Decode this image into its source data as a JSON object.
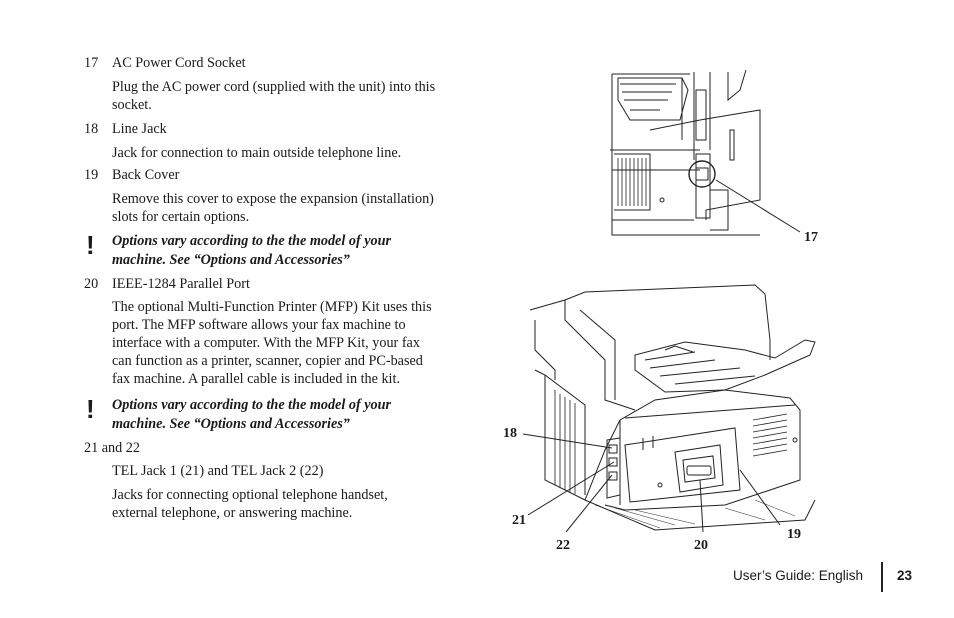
{
  "items": [
    {
      "num": "17",
      "title": "AC Power Cord Socket",
      "body": [
        "Plug the AC power cord (supplied with the unit) into this",
        "socket."
      ]
    },
    {
      "num": "18",
      "title": "Line Jack",
      "body": [
        "Jack for connection to main outside telephone line."
      ]
    },
    {
      "num": "19",
      "title": "Back Cover",
      "body": [
        "Remove this cover to expose the expansion (installation)",
        "slots for certain options."
      ]
    },
    {
      "num": "20",
      "title": "IEEE-1284 Parallel Port",
      "body": [
        "The optional Multi-Function Printer (MFP) Kit uses this",
        "port.  The MFP software allows your fax machine to",
        "interface with a computer. With the MFP Kit, your fax",
        "can function as a printer, scanner, copier and PC-based",
        "fax machine. A parallel cable is included in the kit."
      ]
    },
    {
      "num": "",
      "title": "21 and 22",
      "body": [
        "TEL Jack 1 (21) and TEL Jack 2 (22)",
        "Jacks for connecting optional telephone handset,",
        "external telephone, or answering machine."
      ]
    }
  ],
  "notes": [
    {
      "line1": "Options vary according to the  the model of your",
      "line2": "machine.  See “Options and Accessories”"
    },
    {
      "line1": "Options vary according to the  the model of your",
      "line2": "machine.  See “Options and Accessories”"
    }
  ],
  "callouts": {
    "c17": "17",
    "c18": "18",
    "c19": "19",
    "c20": "20",
    "c21": "21",
    "c22": "22"
  },
  "footer": {
    "guide": "User’s Guide:  English",
    "page": "23"
  }
}
